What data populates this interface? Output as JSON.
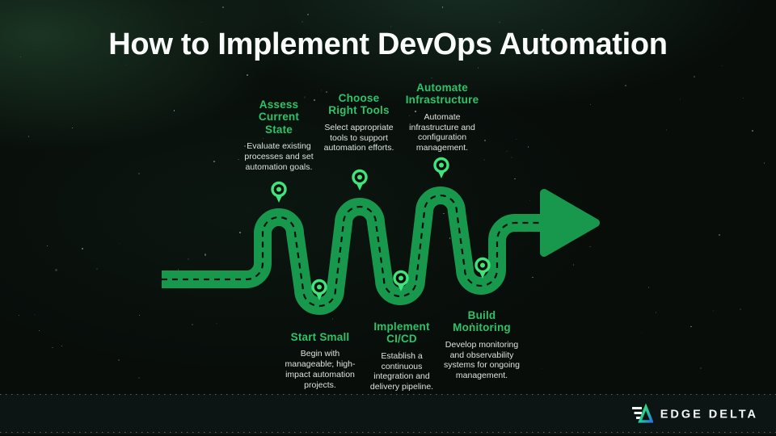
{
  "title": "How to Implement DevOps Automation",
  "steps": [
    {
      "title": "Assess Current State",
      "description": "Evaluate existing processes and set automation goals."
    },
    {
      "title": "Choose Right Tools",
      "description": "Select appropriate tools to support automation efforts."
    },
    {
      "title": "Automate Infrastructure",
      "description": "Automate infrastructure and configuration management."
    },
    {
      "title": "Start Small",
      "description": "Begin with manageable, high-impact automation projects."
    },
    {
      "title": "Implement CI/CD",
      "description": "Establish a continuous integration and delivery pipeline."
    },
    {
      "title": "Build Monitoring",
      "description": "Develop monitoring and observability systems for ongoing management."
    }
  ],
  "brand": {
    "name": "EDGE DELTA"
  },
  "icons": {
    "pin": "location-pin-icon",
    "road_end": "arrow-right-icon",
    "logo": "edge-delta-logo-icon"
  },
  "colors": {
    "background": "#080d0a",
    "road": "#17984d",
    "centerline": "#06100a",
    "accent_heading": "#2dc368",
    "pin": "#3fe57c",
    "body_text": "#dfe3df",
    "title_text": "#fafcfb",
    "footer_bg": "#0c1513",
    "logo_gradient_start": "#3ee46f",
    "logo_gradient_end": "#2e72dd"
  }
}
